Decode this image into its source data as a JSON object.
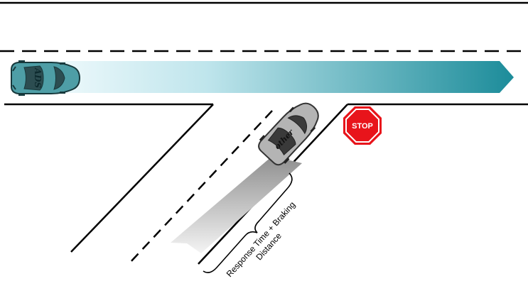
{
  "vehicles": {
    "ads_label": "ADS",
    "other_label": "other"
  },
  "sign": {
    "text": "STOP"
  },
  "annotation": {
    "line1": "Response Time + Braking",
    "line2": "Distance"
  },
  "colors": {
    "ads_car": "#4e9ea6",
    "other_car": "#b4b4b4",
    "path_arrow_start": "#eaf7fa",
    "path_arrow_end": "#1c8c9a",
    "stop_sign": "#e8141b",
    "road_line": "#000000"
  }
}
